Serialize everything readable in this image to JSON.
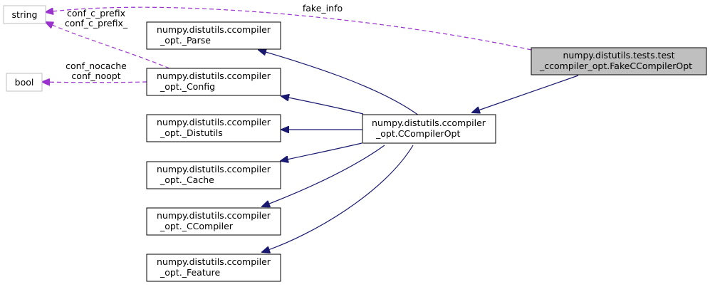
{
  "nodes": {
    "string": {
      "lines": [
        "string"
      ]
    },
    "bool": {
      "lines": [
        "bool"
      ]
    },
    "parse": {
      "lines": [
        "numpy.distutils.ccompiler",
        "_opt._Parse"
      ]
    },
    "config": {
      "lines": [
        "numpy.distutils.ccompiler",
        "_opt._Config"
      ]
    },
    "distutils": {
      "lines": [
        "numpy.distutils.ccompiler",
        "_opt._Distutils"
      ]
    },
    "cache": {
      "lines": [
        "numpy.distutils.ccompiler",
        "_opt._Cache"
      ]
    },
    "ccompiler": {
      "lines": [
        "numpy.distutils.ccompiler",
        "_opt._CCompiler"
      ]
    },
    "feature": {
      "lines": [
        "numpy.distutils.ccompiler",
        "_opt._Feature"
      ]
    },
    "ccompileropt": {
      "lines": [
        "numpy.distutils.ccompiler",
        "_opt.CCompilerOpt"
      ]
    },
    "fake": {
      "lines": [
        "numpy.distutils.tests.test",
        "_ccompiler_opt.FakeCCompilerOpt"
      ]
    }
  },
  "edge_labels": {
    "fake_info": "fake_info",
    "conf_c_prefix": "conf_c_prefix",
    "conf_c_prefix_": "conf_c_prefix_",
    "conf_nocache": "conf_nocache",
    "conf_noopt": "conf_noopt"
  },
  "colors": {
    "inheritance_edge": "#191970",
    "usage_edge": "#9a32cd",
    "focus_fill": "#bfbfbf",
    "external_border": "#bfbfbf"
  }
}
